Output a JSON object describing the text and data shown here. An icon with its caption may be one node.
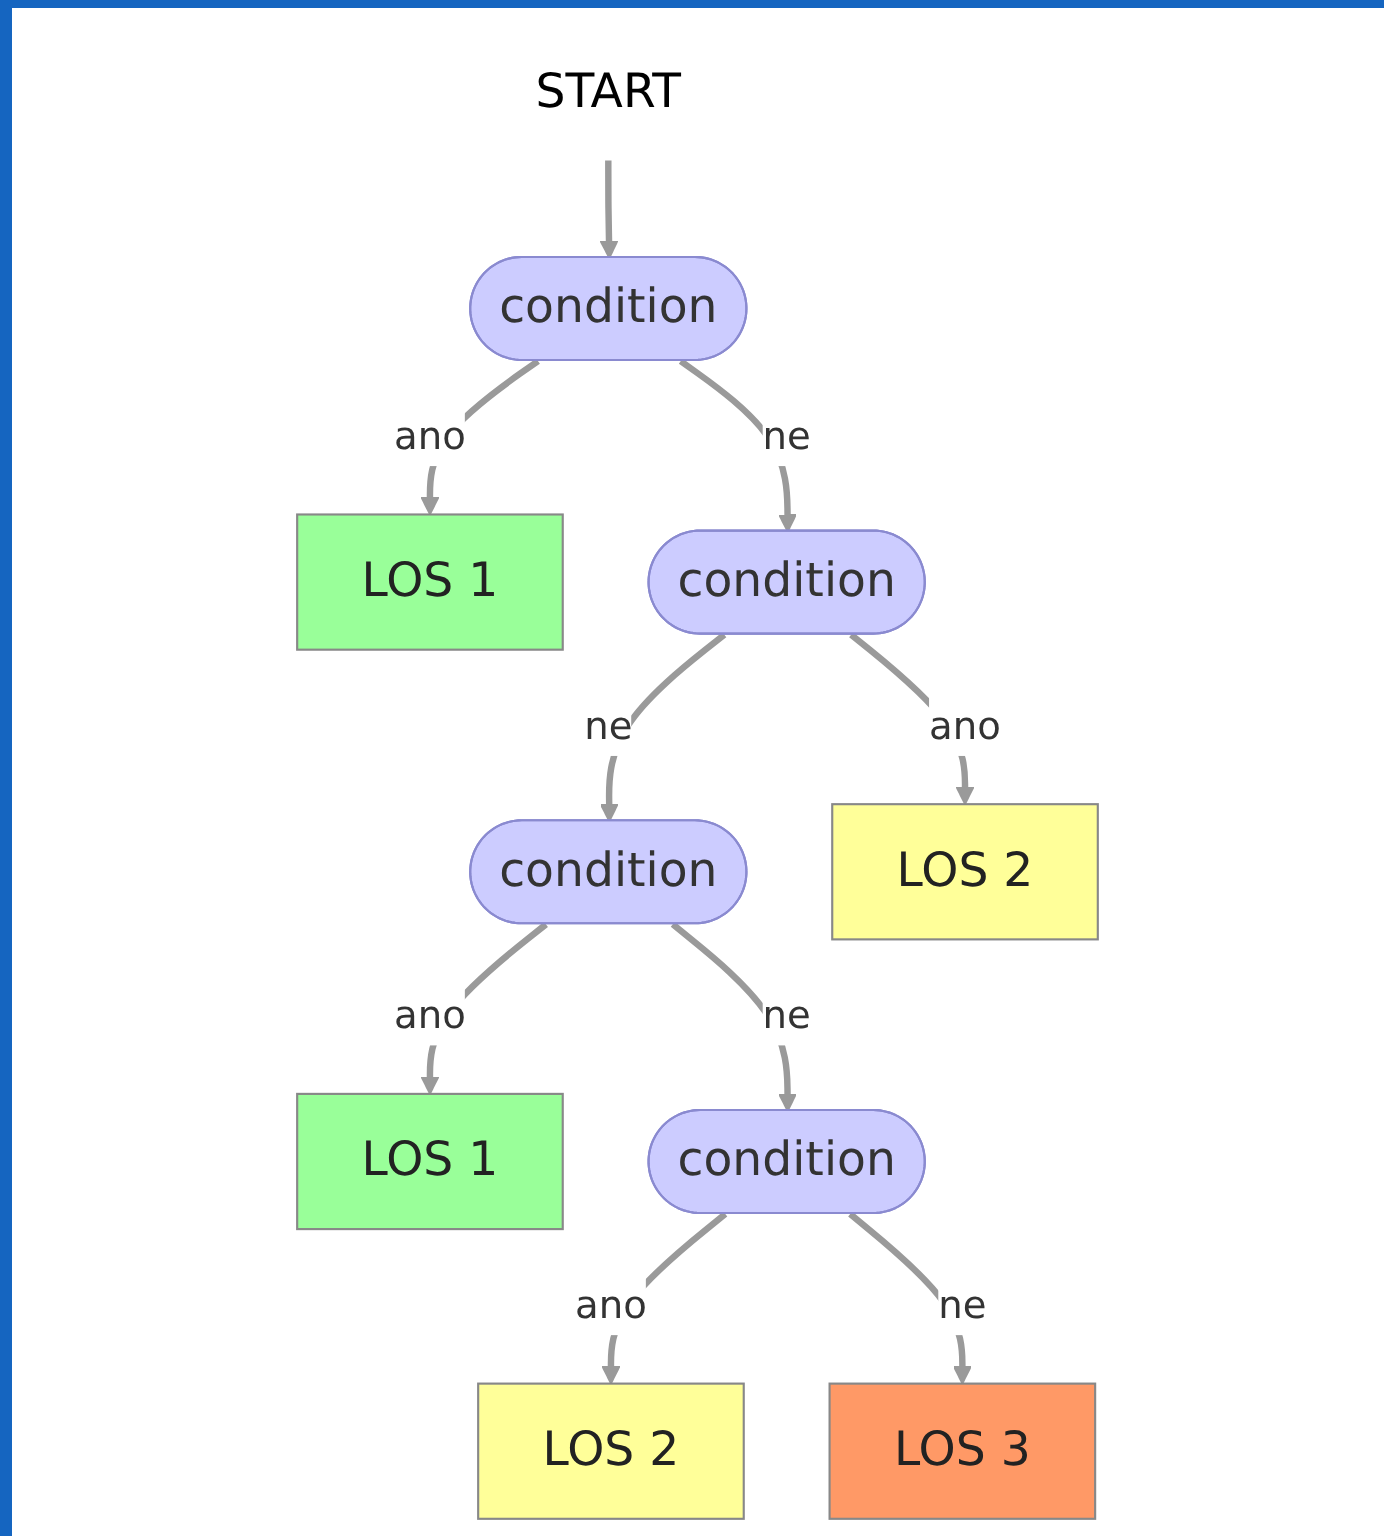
{
  "diagram": {
    "nodes": [
      {
        "text": [
          "START"
        ]
      },
      {
        "text": [
          "condition"
        ]
      },
      {
        "text": [
          "LOS 1"
        ]
      },
      {
        "text": [
          "condition"
        ]
      },
      {
        "text": [
          "condition"
        ]
      },
      {
        "text": [
          "LOS 2"
        ]
      },
      {
        "text": [
          "LOS 1"
        ]
      },
      {
        "text": [
          "condition"
        ]
      },
      {
        "text": [
          "LOS 2"
        ]
      },
      {
        "text": [
          "LOS 3"
        ]
      }
    ],
    "edges": [
      {
        "from": 0,
        "to": 1,
        "arrow": "to"
      },
      {
        "from": 1,
        "to": 2,
        "label": "ano",
        "arrow": "to"
      },
      {
        "from": 1,
        "to": 3,
        "label": "ne",
        "arrow": "to"
      },
      {
        "from": 3,
        "to": 4,
        "label": "ne",
        "arrow": "to"
      },
      {
        "from": 3,
        "to": 5,
        "label": "ano",
        "arrow": "to"
      },
      {
        "from": 4,
        "to": 6,
        "label": "ano",
        "arrow": "to"
      },
      {
        "from": 4,
        "to": 7,
        "label": "ne",
        "arrow": "to"
      },
      {
        "from": 7,
        "to": 8,
        "label": "ano",
        "arrow": "to"
      },
      {
        "from": 7,
        "to": 9,
        "label": "ne",
        "arrow": "to"
      }
    ]
  }
}
